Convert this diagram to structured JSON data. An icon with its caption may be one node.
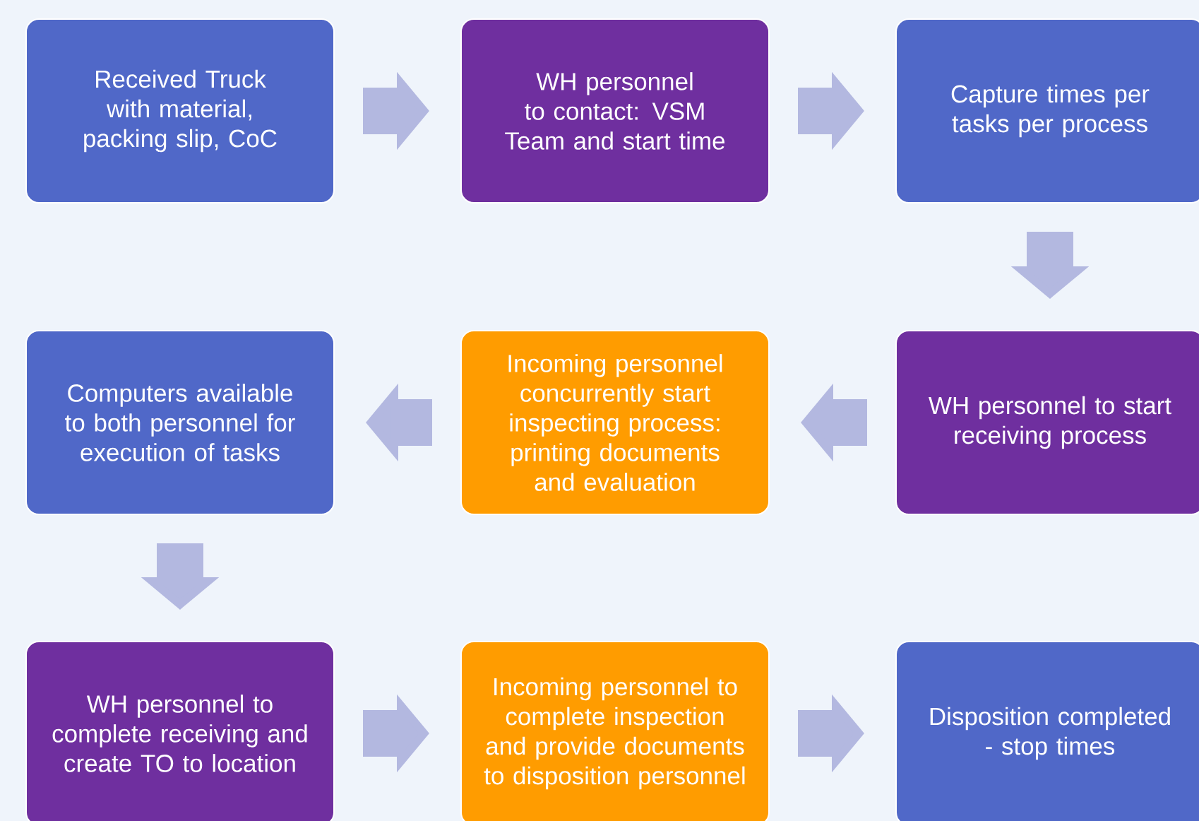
{
  "diagram": {
    "nodes": [
      {
        "text": [
          "Received Truck with material, packing slip, CoC"
        ]
      },
      {
        "text": [
          "WH personnel to contact: VSM Team and start time"
        ]
      },
      {
        "text": [
          "Capture times per tasks per process"
        ]
      },
      {
        "text": [
          "WH personnel to start receiving process"
        ]
      },
      {
        "text": [
          "Incoming personnel concurrently start inspecting process: printing documents and evaluation"
        ]
      },
      {
        "text": [
          "Computers available to both personnel for execution of tasks"
        ]
      },
      {
        "text": [
          "WH personnel to complete receiving and create TO to location"
        ]
      },
      {
        "text": [
          "Incoming personnel to complete inspection and provide documents to disposition personnel"
        ]
      },
      {
        "text": [
          "Disposition completed - stop times"
        ]
      }
    ],
    "edges": [
      {
        "from": 0,
        "to": 1,
        "arrow": "to"
      },
      {
        "from": 1,
        "to": 2,
        "arrow": "to"
      },
      {
        "from": 2,
        "to": 3,
        "arrow": "to"
      },
      {
        "from": 3,
        "to": 4,
        "arrow": "to"
      },
      {
        "from": 4,
        "to": 5,
        "arrow": "to"
      },
      {
        "from": 5,
        "to": 6,
        "arrow": "to"
      },
      {
        "from": 6,
        "to": 7,
        "arrow": "to"
      },
      {
        "from": 7,
        "to": 8,
        "arrow": "to"
      }
    ]
  }
}
